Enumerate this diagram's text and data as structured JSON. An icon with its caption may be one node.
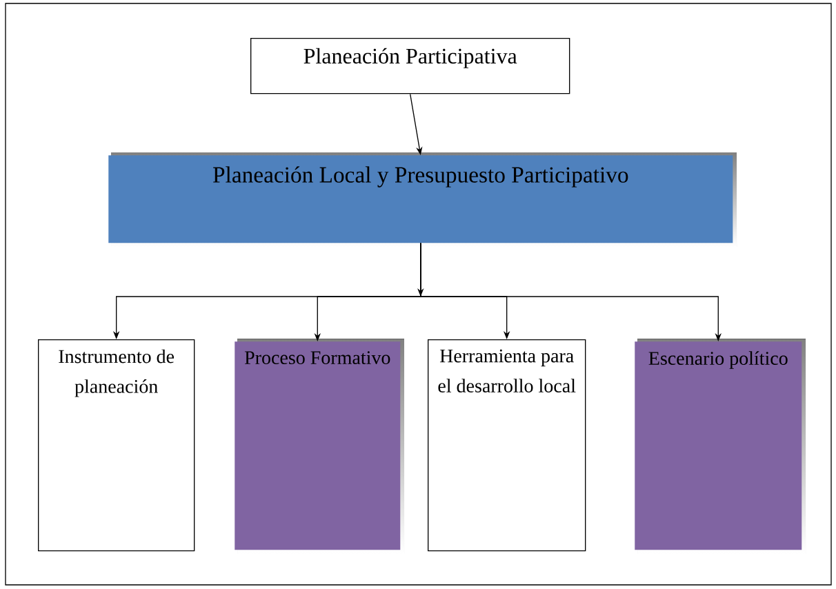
{
  "diagram": {
    "nodes": [
      {
        "text": [
          "Planeación Participativa"
        ]
      },
      {
        "text": [
          "Planeación Local y Presupuesto Participativo"
        ]
      },
      {
        "text": [
          "Instrumento de planeación"
        ]
      },
      {
        "text": [
          "Proceso Formativo"
        ]
      },
      {
        "text": [
          "Herramienta para el desarrollo local"
        ]
      },
      {
        "text": [
          "Escenario político"
        ]
      }
    ],
    "edges": [
      {
        "from": 0,
        "to": 1,
        "arrow": "to"
      },
      {
        "from": 1,
        "to": 2,
        "arrow": "to"
      },
      {
        "from": 1,
        "to": 3,
        "arrow": "to"
      },
      {
        "from": 1,
        "to": 4,
        "arrow": "to"
      },
      {
        "from": 1,
        "to": 5,
        "arrow": "to"
      }
    ]
  }
}
